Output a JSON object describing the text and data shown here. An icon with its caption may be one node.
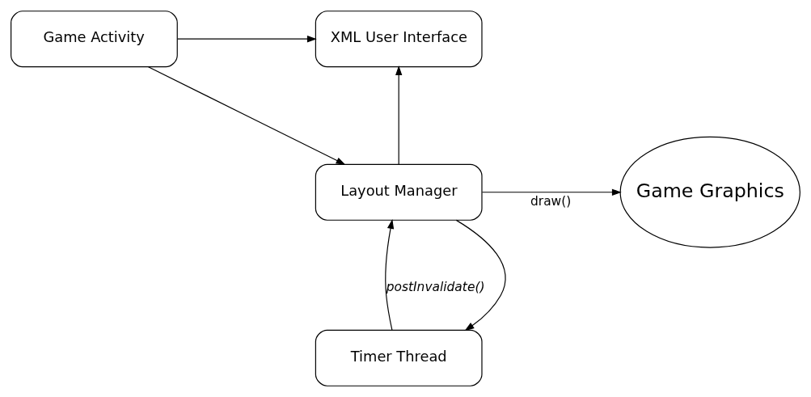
{
  "diagram": {
    "nodes": [
      {
        "text": [
          "XML User Interface"
        ]
      },
      {
        "text": [
          "Game Activity"
        ]
      },
      {
        "text": [
          "Game Graphics"
        ]
      },
      {
        "text": [
          "Layout Manager"
        ]
      },
      {
        "text": [
          "Timer Thread"
        ]
      }
    ],
    "edges": [
      {
        "from": 1,
        "to": 0,
        "arrow": "to"
      },
      {
        "from": 3,
        "to": 0,
        "arrow": "to"
      },
      {
        "from": 1,
        "to": 3,
        "arrow": "to"
      },
      {
        "from": 3,
        "to": 2,
        "arrow": "to",
        "label": "draw()"
      },
      {
        "from": 4,
        "to": 3,
        "arrow": "to",
        "label": "postInvalidate()"
      },
      {
        "from": 3,
        "to": 4,
        "arrow": "to"
      }
    ]
  }
}
